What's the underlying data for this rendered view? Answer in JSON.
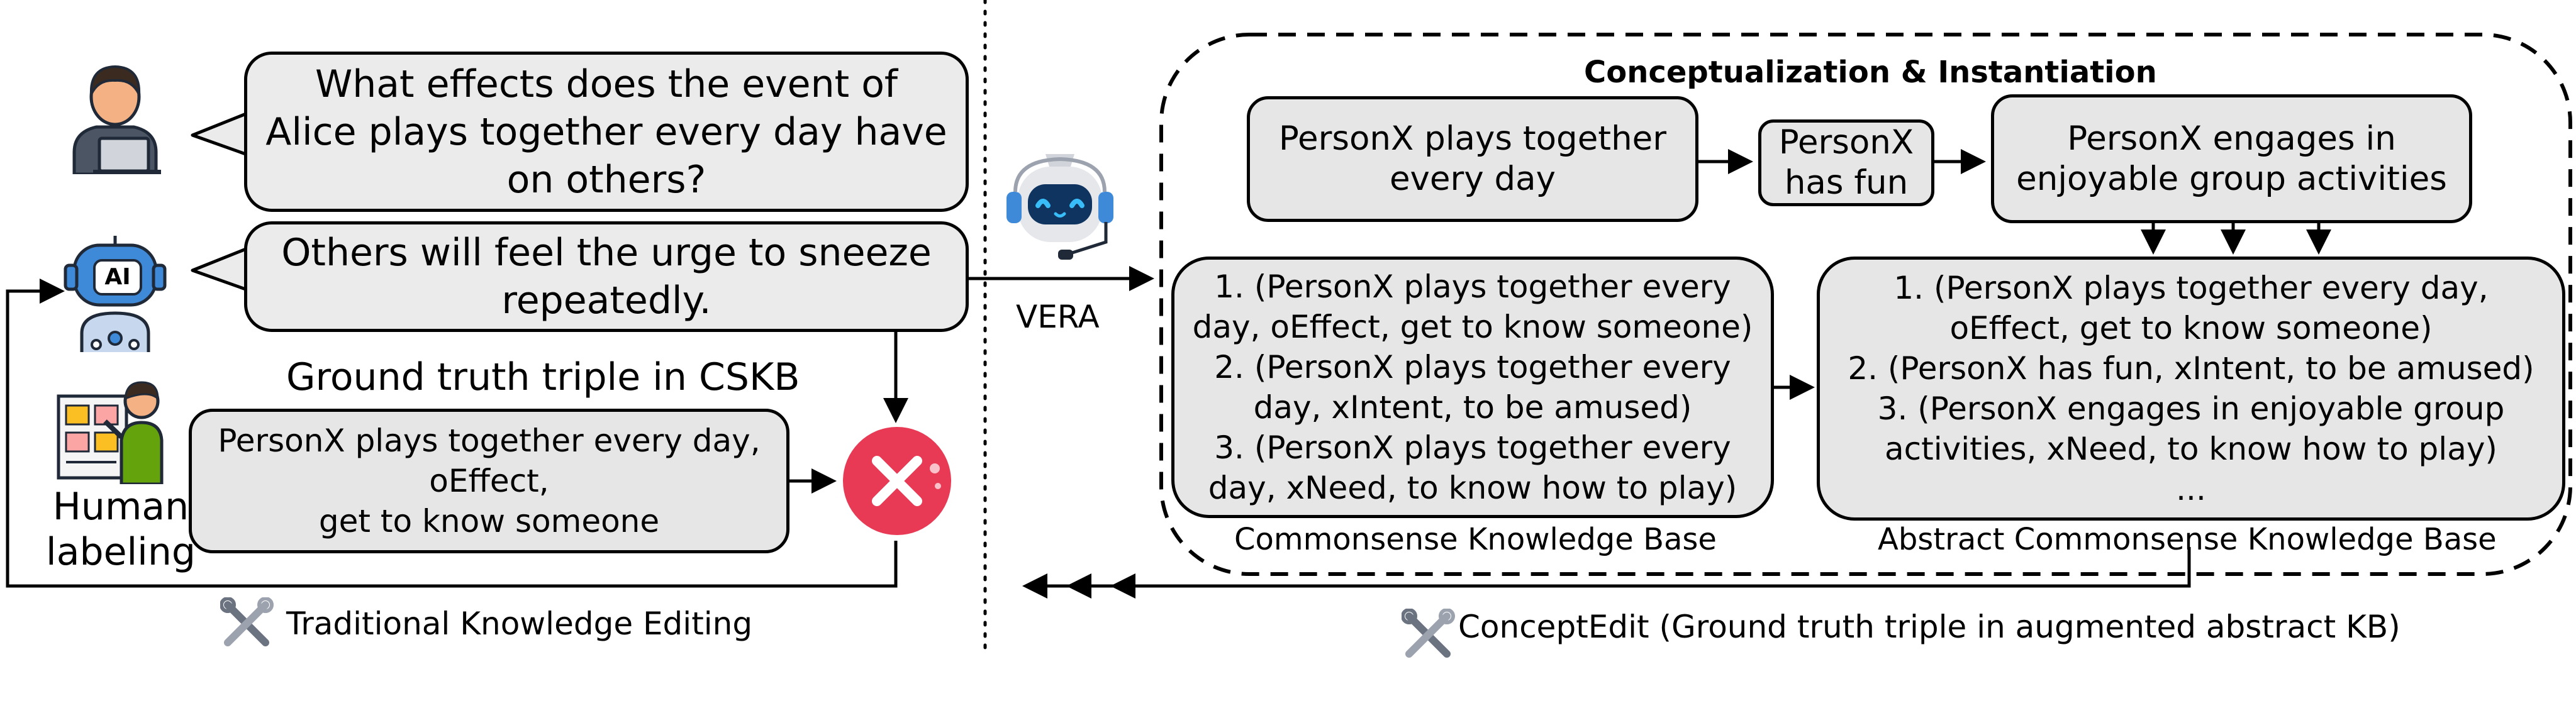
{
  "left_panel": {
    "question": [
      "What effects does the event of",
      "Alice plays together every day have",
      "on others?"
    ],
    "answer": [
      "Others will feel the urge to sneeze",
      "repeatedly."
    ],
    "ground_truth_title": "Ground truth triple in CSKB",
    "ground_truth_triple": [
      "PersonX plays together every day,",
      "oEffect,",
      "get to know someone"
    ],
    "human_label": [
      "Human",
      "labeling"
    ],
    "ai_badge": "AI",
    "footer": "Traditional Knowledge Editing"
  },
  "middle": {
    "vera_label": "VERA"
  },
  "right_panel": {
    "title": "Conceptualization & Instantiation",
    "top_box_1": [
      "PersonX plays together",
      "every day"
    ],
    "top_box_2": [
      "PersonX",
      "has fun"
    ],
    "top_box_3": [
      "PersonX engages in",
      "enjoyable group activities"
    ],
    "cskb_lines": [
      "1. (PersonX plays together every",
      "day, oEffect, get to know someone)",
      "2. (PersonX plays together every",
      "day, xIntent, to be amused)",
      "3. (PersonX plays together every",
      "day, xNeed, to know how to play)"
    ],
    "cskb_label": "Commonsense Knowledge Base",
    "abstract_lines": [
      "1. (PersonX plays together every day,",
      "oEffect, get to know someone)",
      "2. (PersonX has fun, xIntent, to be amused)",
      "3. (PersonX engages in enjoyable group",
      "activities, xNeed, to know how to play)",
      "..."
    ],
    "abstract_label": "Abstract Commonsense Knowledge Base",
    "footer": "ConceptEdit (Ground truth triple in augmented abstract KB)"
  },
  "colors": {
    "bubble_fill": "#ebebeb",
    "box_fill": "#e6e6e6",
    "reject": "#e83a55",
    "robot_blue": "#3f8ad8"
  },
  "icons": [
    "person-laptop-icon",
    "ai-robot-icon",
    "human-labeler-icon",
    "reject-x-icon",
    "vera-robot-icon",
    "tools-icon"
  ]
}
